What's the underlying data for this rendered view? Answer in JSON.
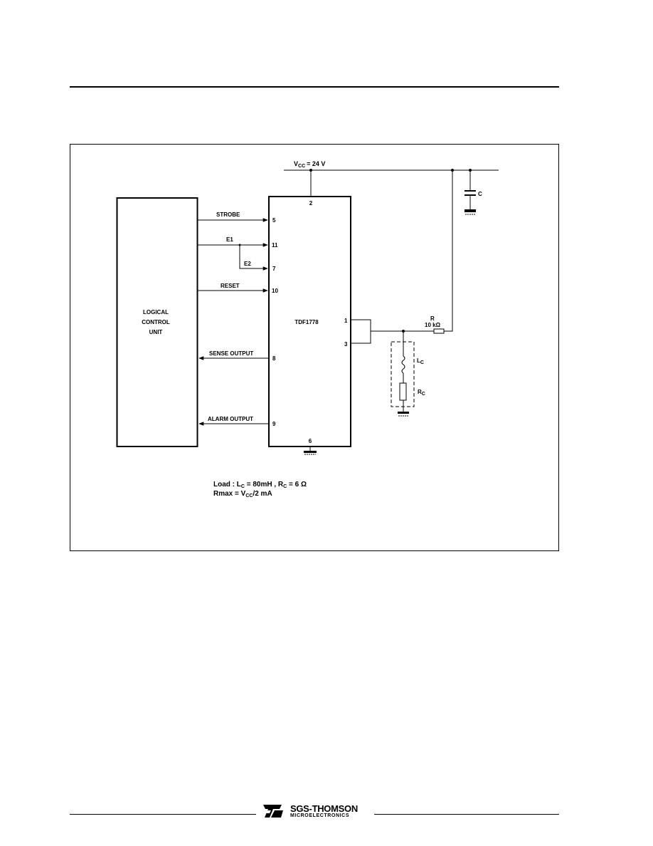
{
  "diagram": {
    "supply_label": "V",
    "supply_sub": "CC",
    "supply_value": "= 24 V",
    "capacitor_label": "C",
    "logic_unit": [
      "LOGICAL",
      "CONTROL",
      "UNIT"
    ],
    "ic_name": "TDF1778",
    "signals": {
      "strobe": "STROBE",
      "e1": "E1",
      "e2": "E2",
      "reset": "RESET",
      "sense": "SENSE  OUTPUT",
      "alarm": "ALARM  OUTPUT"
    },
    "pins": {
      "vcc": "2",
      "strobe": "5",
      "e1": "11",
      "e2": "7",
      "reset": "10",
      "sense": "8",
      "alarm": "9",
      "gnd": "6",
      "out1": "1",
      "out3": "3"
    },
    "resistor": {
      "name": "R",
      "value": "10 kΩ"
    },
    "load_inductor": {
      "name": "L",
      "sub": "C"
    },
    "load_resistor": {
      "name": "R",
      "sub": "C"
    },
    "note": {
      "line1_prefix": "Load : L",
      "line1_sub1": "C",
      "line1_mid": " =   80mH , R",
      "line1_sub2": "C",
      "line1_suffix": " = 6 Ω",
      "line2_prefix": "Rmax = V",
      "line2_sub": "CC",
      "line2_suffix": "/2 mA"
    }
  },
  "footer": {
    "brand": "SGS-THOMSON",
    "division": "MICROELECTRONICS"
  }
}
